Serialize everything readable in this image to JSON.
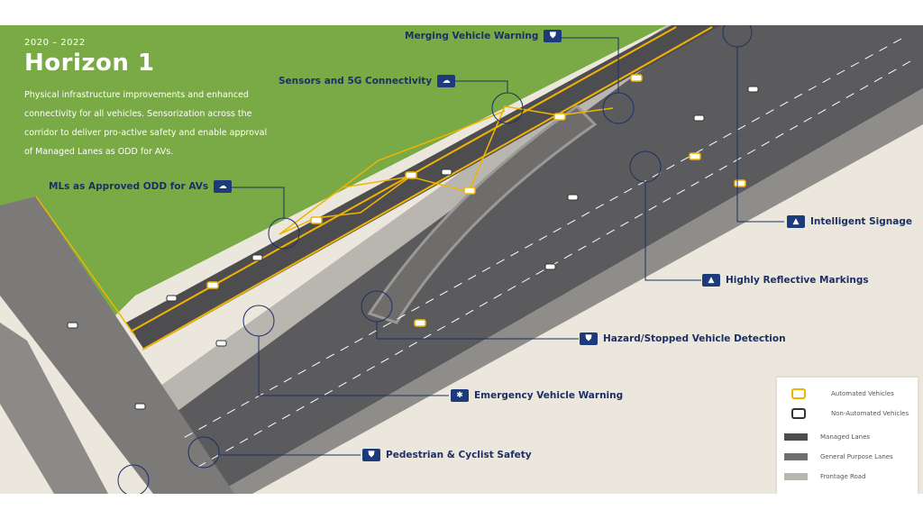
{
  "intro": {
    "years": "2020 – 2022",
    "title": "Horizon 1",
    "description": "Physical infrastructure improvements and enhanced connectivity for all vehicles. Sensorization across the corridor to deliver pro-active safety and enable approval of Managed Lanes as ODD for AVs."
  },
  "callouts": {
    "merging": "Merging Vehicle Warning",
    "sensors": "Sensors and 5G Connectivity",
    "mls": "MLs as Approved ODD for AVs",
    "signage": "Intelligent Signage",
    "markings": "Highly Reflective Markings",
    "hazard": "Hazard/Stopped Vehicle Detection",
    "emergency": "Emergency Vehicle Warning",
    "pedestrian": "Pedestrian & Cyclist Safety"
  },
  "legend": {
    "automated": "Automated Vehicles",
    "non_automated": "Non-Automated Vehicles",
    "managed": "Managed Lanes",
    "general": "General Purpose Lanes",
    "frontage": "Frontage Road"
  },
  "colors": {
    "grass": "#7aaa45",
    "road": "#5b5b5d",
    "lane_line": "#f0b400",
    "callout_navy": "#1d2f64",
    "ground": "#ece7dc"
  },
  "icons": [
    "shield-icon",
    "cloud-icon",
    "triangle-icon",
    "asterisk-icon"
  ]
}
